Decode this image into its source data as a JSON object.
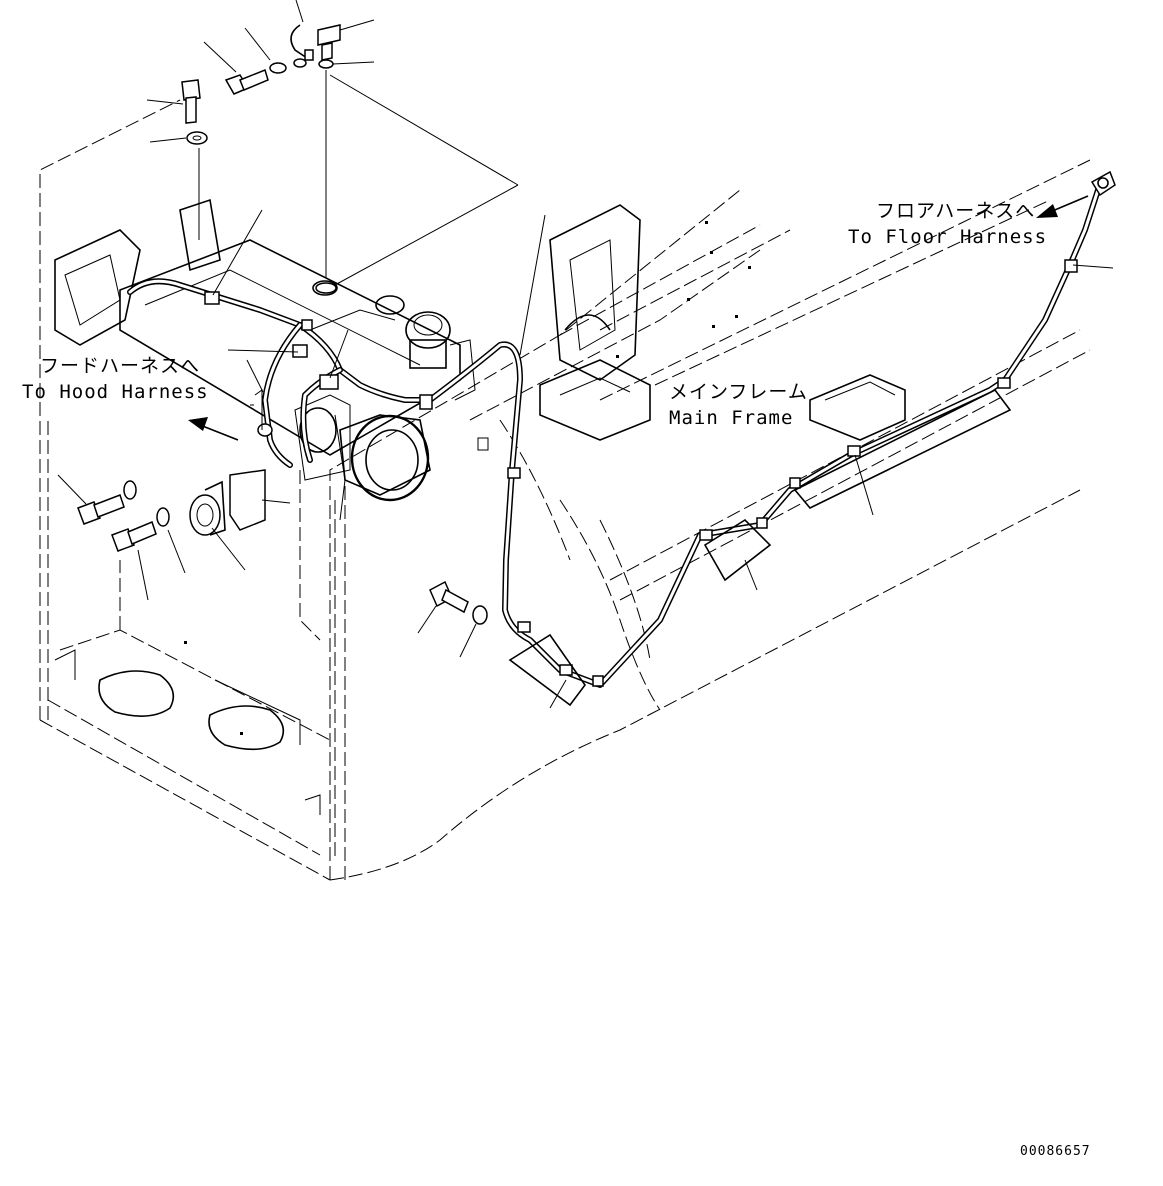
{
  "labels": {
    "hood_harness_jp": "フードハーネスへ",
    "hood_harness_en": "To Hood Harness",
    "main_frame_jp": "メインフレーム",
    "main_frame_en": "Main Frame",
    "floor_harness_jp": "フロアハーネスへ",
    "floor_harness_en": "To Floor Harness"
  },
  "figure_id": "00086657",
  "icons": [
    "bolt-icon",
    "washer-icon",
    "clamp-icon",
    "connector-icon",
    "sensor-icon",
    "bracket-icon",
    "arrow-icon"
  ]
}
